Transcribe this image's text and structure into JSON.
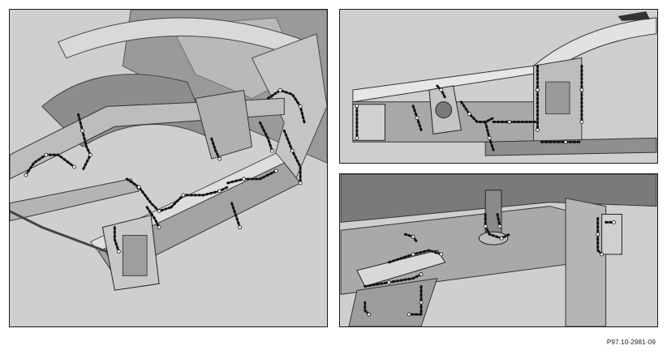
{
  "figure": {
    "reference_code": "P97.10-2981-09",
    "panels": [
      {
        "id": "left",
        "view": "front-structure-isometric"
      },
      {
        "id": "top-right",
        "view": "side-member-lateral"
      },
      {
        "id": "bottom-right",
        "view": "underbody-detail"
      }
    ],
    "colors": {
      "panel_background": "#cfcfcf",
      "metal_light": "#e6e6e6",
      "metal_mid": "#a9a9a9",
      "metal_dark": "#6f6f6f",
      "seam_line": "#111111",
      "weld_point": "#ffffff"
    }
  }
}
